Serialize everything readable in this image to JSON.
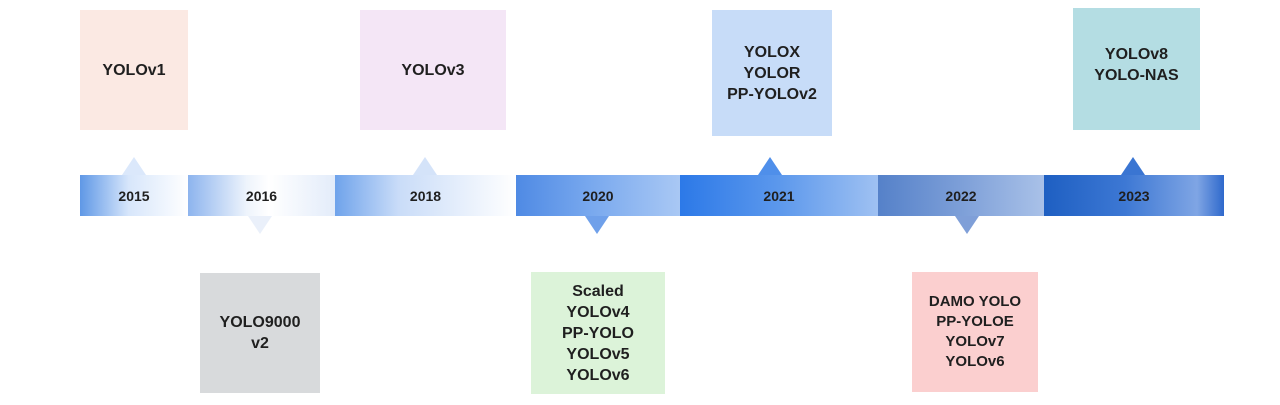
{
  "timeline": {
    "years": [
      "2015",
      "2016",
      "2018",
      "2020",
      "2021",
      "2022",
      "2023"
    ]
  },
  "cards": [
    {
      "year": "2015",
      "position": "above",
      "lines": [
        "YOLOv1"
      ],
      "color": "#fbe9e3"
    },
    {
      "year": "2016",
      "position": "below",
      "lines": [
        "YOLO9000",
        "v2"
      ],
      "color": "#d8dadc"
    },
    {
      "year": "2018",
      "position": "above",
      "lines": [
        "YOLOv3"
      ],
      "color": "#f4e6f6"
    },
    {
      "year": "2020",
      "position": "below",
      "lines": [
        "Scaled",
        "YOLOv4",
        "PP-YOLO",
        "YOLOv5",
        "YOLOv6"
      ],
      "color": "#dcf3d9"
    },
    {
      "year": "2021",
      "position": "above",
      "lines": [
        "YOLOX",
        "YOLOR",
        "PP-YOLOv2"
      ],
      "color": "#c7dcf8"
    },
    {
      "year": "2022",
      "position": "below",
      "lines": [
        "DAMO YOLO",
        "PP-YOLOE",
        "YOLOv7",
        "YOLOv6"
      ],
      "color": "#fbcfcf"
    },
    {
      "year": "2023",
      "position": "above",
      "lines": [
        "YOLOv8",
        "YOLO-NAS"
      ],
      "color": "#b4dde3"
    }
  ]
}
